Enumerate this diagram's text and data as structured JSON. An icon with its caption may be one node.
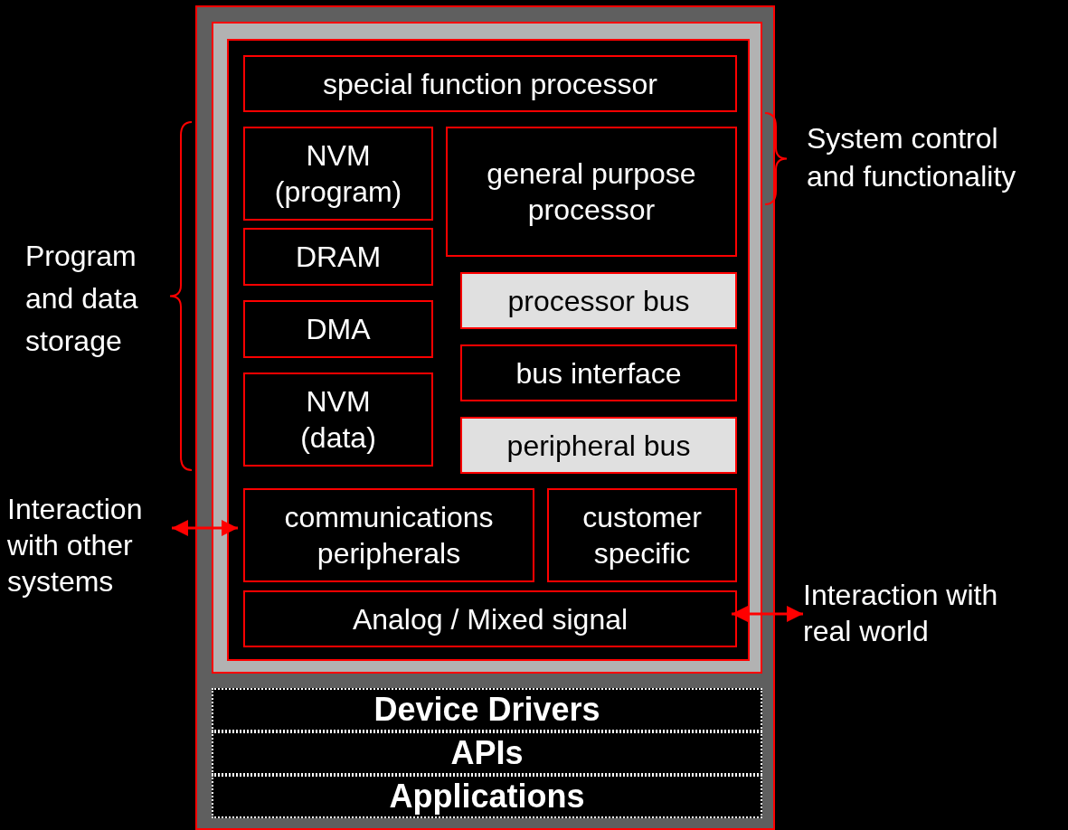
{
  "diagram": {
    "nodes": [
      {
        "text": [],
        "shape": "box"
      },
      {
        "text": [],
        "shape": "box",
        "in": 0
      },
      {
        "text": [],
        "shape": "box",
        "in": 1
      },
      {
        "text": [
          "special function processor"
        ],
        "in": 2
      },
      {
        "text": [
          "NVM (program)"
        ],
        "in": 2
      },
      {
        "text": [
          "general purpose processor"
        ],
        "in": 2
      },
      {
        "text": [
          "DRAM"
        ],
        "in": 2
      },
      {
        "text": [
          "DMA"
        ],
        "in": 2
      },
      {
        "text": [
          "processor bus"
        ],
        "in": 2
      },
      {
        "text": [
          "bus interface"
        ],
        "in": 2
      },
      {
        "text": [
          "NVM (data)"
        ],
        "in": 2
      },
      {
        "text": [
          "peripheral bus"
        ],
        "in": 2
      },
      {
        "text": [
          "communications peripherals"
        ],
        "in": 2
      },
      {
        "text": [
          "customer specific"
        ],
        "in": 2
      },
      {
        "text": [
          "Analog / Mixed signal"
        ],
        "in": 2
      },
      {
        "text": [
          "Device Drivers"
        ],
        "in": 0
      },
      {
        "text": [
          "APIs"
        ],
        "in": 0
      },
      {
        "text": [
          "Applications"
        ],
        "in": 0
      },
      {
        "text": [
          "Interaction with other systems"
        ]
      },
      {
        "text": [
          "Interaction with real world"
        ]
      }
    ],
    "edges": [
      {
        "from": 18,
        "to": 12,
        "arrow": "both"
      },
      {
        "from": 14,
        "to": 19,
        "arrow": "both"
      }
    ],
    "labels": [
      "Program and data storage",
      "System control and functionality"
    ]
  }
}
